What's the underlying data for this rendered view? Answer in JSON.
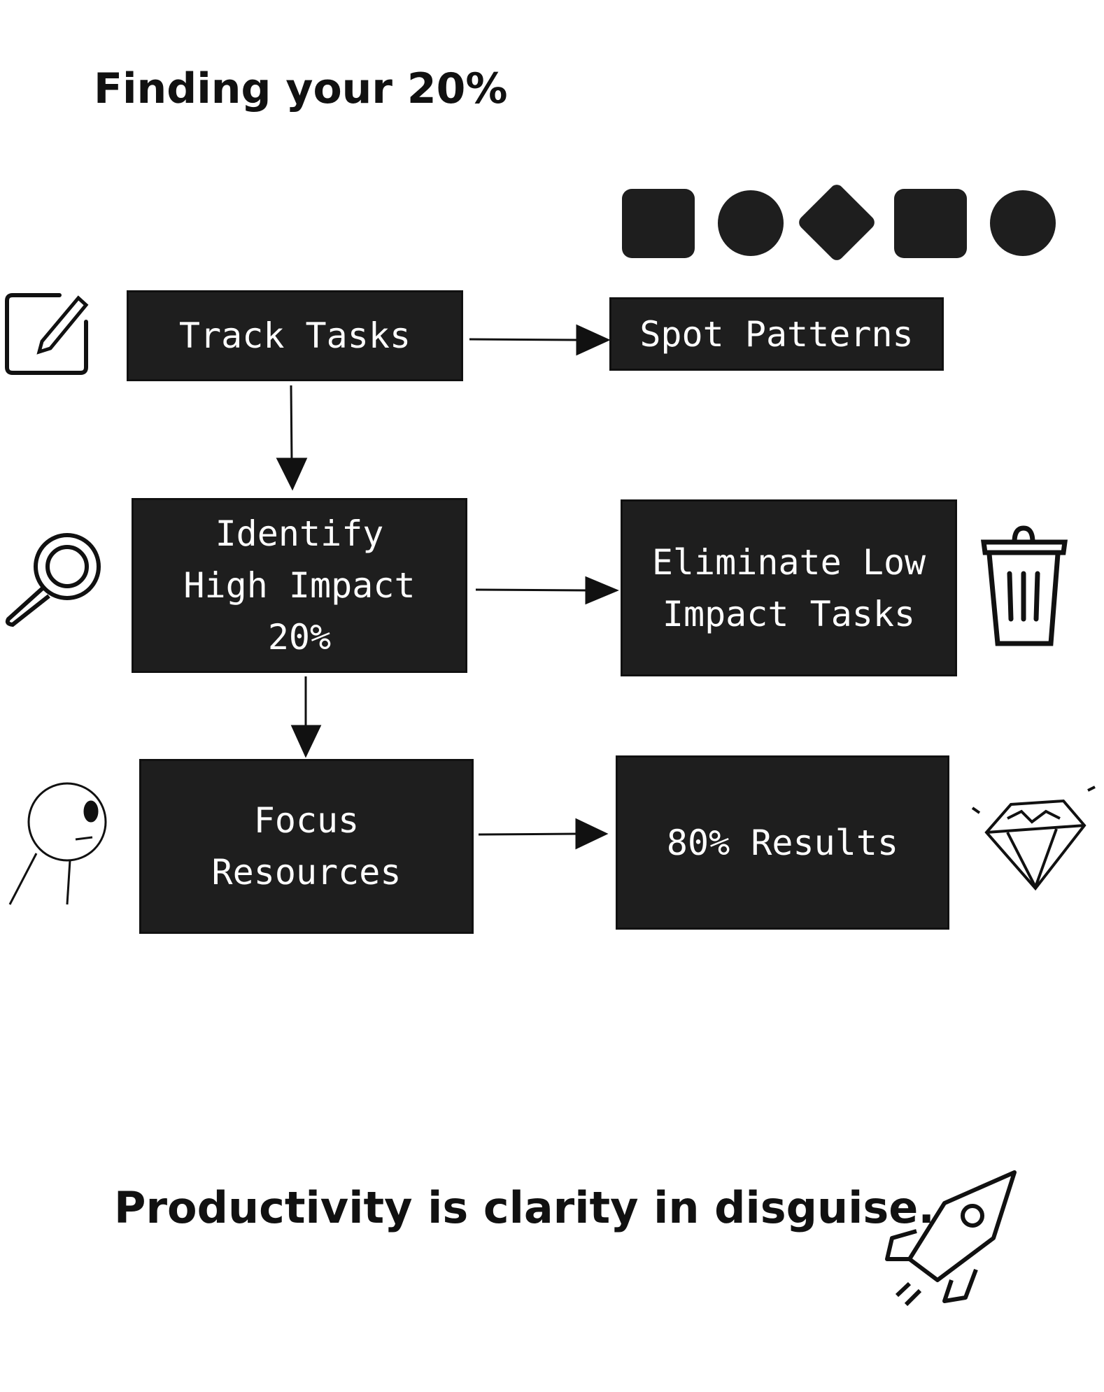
{
  "title": "Finding your 20%",
  "tagline": "Productivity is clarity in disguise.",
  "boxes": {
    "track": "Track Tasks",
    "spot": "Spot Patterns",
    "identify": "Identify\nHigh Impact\n20%",
    "eliminate": "Eliminate Low\nImpact Tasks",
    "focus": "Focus\nResources",
    "results": "80% Results"
  },
  "colors": {
    "box_fill": "#1e1e1e",
    "text": "#ffffff",
    "ink": "#111111"
  },
  "icons": [
    "note-pencil-icon",
    "magnifier-icon",
    "trash-icon",
    "stick-figure-icon",
    "diamond-gem-icon",
    "rocket-icon",
    "shape-row-icon"
  ]
}
